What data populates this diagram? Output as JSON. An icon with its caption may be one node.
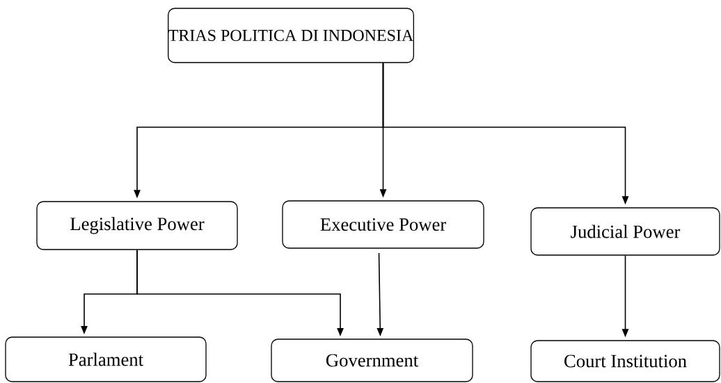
{
  "diagram": {
    "nodes": [
      {
        "text": [
          "TRIAS POLITICA DI INDONESIA"
        ]
      },
      {
        "text": [
          "Legislative Power"
        ]
      },
      {
        "text": [
          "Executive Power"
        ]
      },
      {
        "text": [
          "Judicial Power"
        ]
      },
      {
        "text": [
          "Parlament"
        ]
      },
      {
        "text": [
          "Government"
        ]
      },
      {
        "text": [
          "Court Institution"
        ]
      }
    ],
    "edges": [
      {
        "from": 0,
        "to": 1,
        "arrow": "to"
      },
      {
        "from": 0,
        "to": 2,
        "arrow": "to"
      },
      {
        "from": 0,
        "to": 3,
        "arrow": "to"
      },
      {
        "from": 1,
        "to": 4,
        "arrow": "to"
      },
      {
        "from": 1,
        "to": 5,
        "arrow": "to"
      },
      {
        "from": 2,
        "to": 5,
        "arrow": "to"
      },
      {
        "from": 3,
        "to": 6,
        "arrow": "to"
      }
    ]
  }
}
